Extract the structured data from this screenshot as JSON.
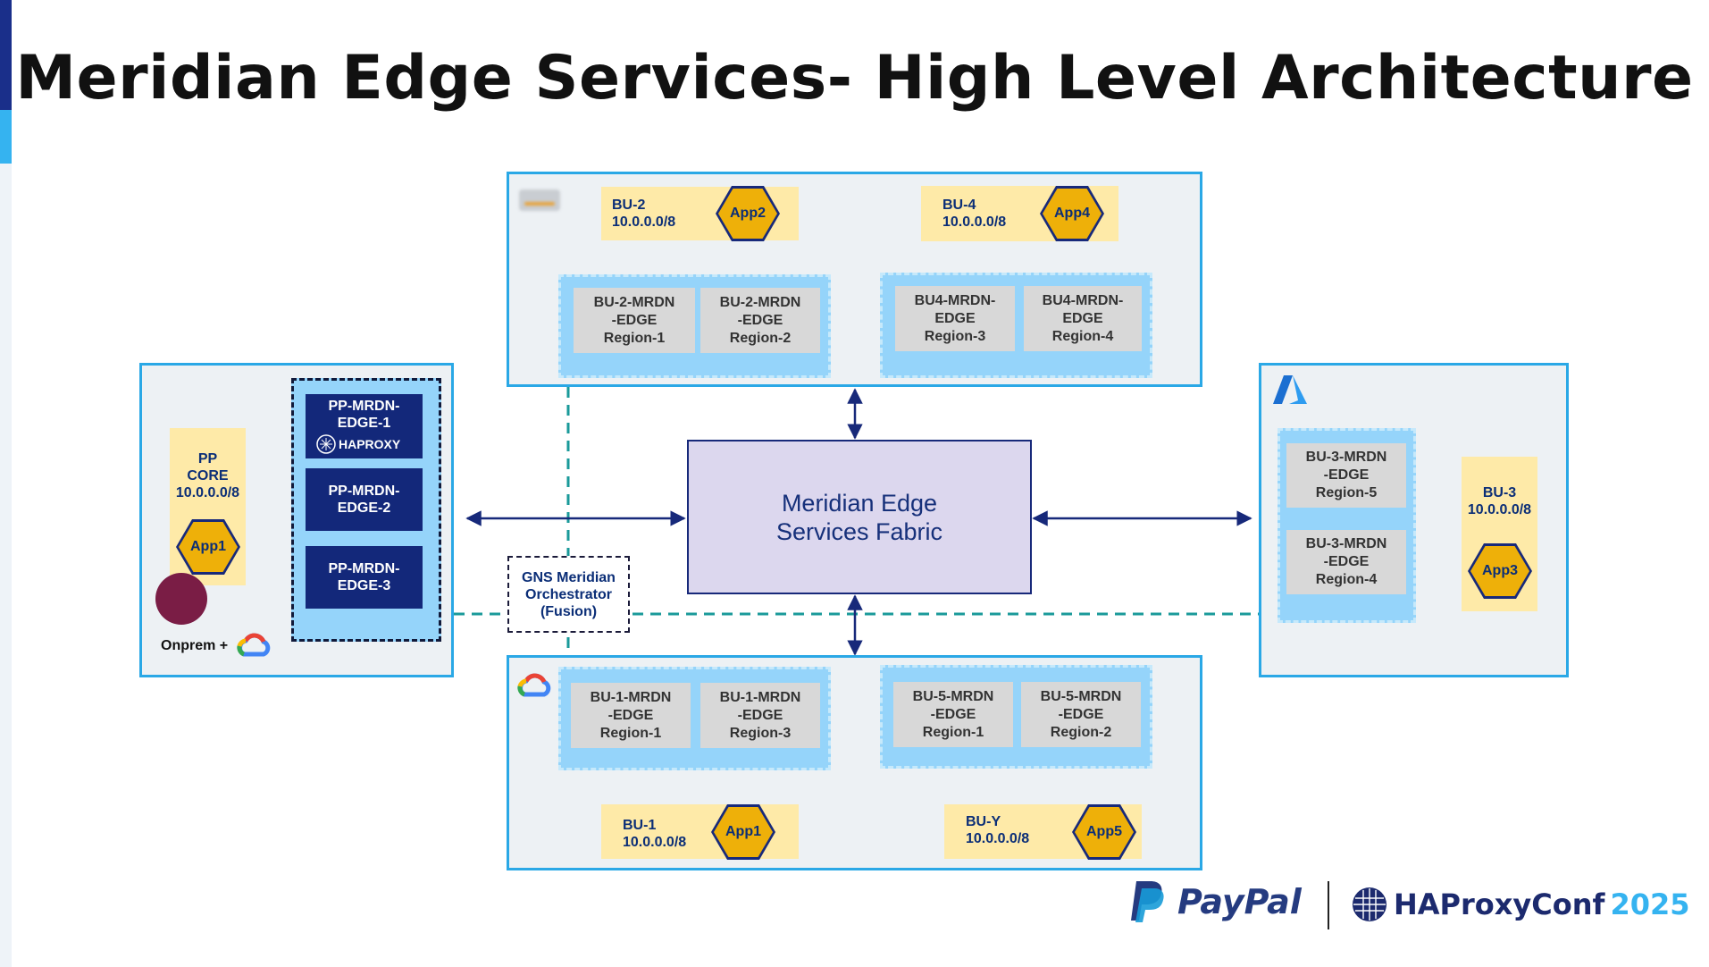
{
  "slide": {
    "title": "Meridian Edge Services- High Level Architecture"
  },
  "fabric": {
    "label": "Meridian Edge\nServices Fabric"
  },
  "gns": {
    "label": "GNS Meridian\nOrchestrator\n(Fusion)"
  },
  "onprem": {
    "pp_core": "PP\nCORE\n10.0.0.0/8",
    "app": "App1",
    "edges": [
      "PP-MRDN-\nEDGE-1",
      "PP-MRDN-\nEDGE-2",
      "PP-MRDN-\nEDGE-3"
    ],
    "haproxy_badge": "HAPROXY",
    "footer": "Onprem +"
  },
  "top_cloud": {
    "bu2": {
      "label": "BU-2\n10.0.0.0/8",
      "app": "App2",
      "regions": [
        "BU-2-MRDN\n-EDGE\nRegion-1",
        "BU-2-MRDN\n-EDGE\nRegion-2"
      ]
    },
    "bu4": {
      "label": "BU-4\n10.0.0.0/8",
      "app": "App4",
      "regions": [
        "BU4-MRDN-\nEDGE\nRegion-3",
        "BU4-MRDN-\nEDGE\nRegion-4"
      ]
    }
  },
  "right_cloud": {
    "regions": [
      "BU-3-MRDN\n-EDGE\nRegion-5",
      "BU-3-MRDN\n-EDGE\nRegion-4"
    ],
    "bu3": {
      "label": "BU-3\n10.0.0.0/8",
      "app": "App3"
    }
  },
  "bottom_cloud": {
    "bu1": {
      "label": "BU-1\n10.0.0.0/8",
      "app": "App1",
      "regions": [
        "BU-1-MRDN\n-EDGE\nRegion-1",
        "BU-1-MRDN\n-EDGE\nRegion-3"
      ]
    },
    "buy": {
      "label": "BU-Y\n10.0.0.0/8",
      "app": "App5",
      "regions": [
        "BU-5-MRDN\n-EDGE\nRegion-1",
        "BU-5-MRDN\n-EDGE\nRegion-2"
      ]
    }
  },
  "footer": {
    "paypal": "PayPal",
    "conf_name": "HAProxyConf",
    "conf_year": "2025"
  },
  "colors": {
    "cloud_border": "#2aa8e6",
    "region_group": "#95d4fa",
    "bu_fill": "#feeaa8",
    "app_hex": "#eeb009",
    "navy": "#17297a",
    "fabric_fill": "#dcd7ee",
    "dashed_link": "#1a9a9a"
  },
  "icons": [
    "aws-logo-icon",
    "azure-logo-icon",
    "google-cloud-icon",
    "haproxy-logo-icon",
    "paypal-logo-icon"
  ]
}
